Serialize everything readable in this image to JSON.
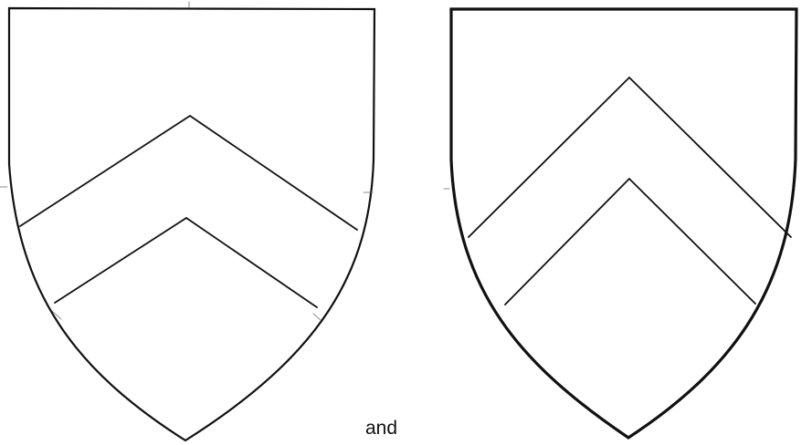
{
  "caption": "and",
  "colors": {
    "background": "#ffffff",
    "ink": "#111111"
  },
  "shields": [
    {
      "name": "left-shield",
      "charge": "chevron"
    },
    {
      "name": "right-shield",
      "charge": "chevron"
    }
  ]
}
